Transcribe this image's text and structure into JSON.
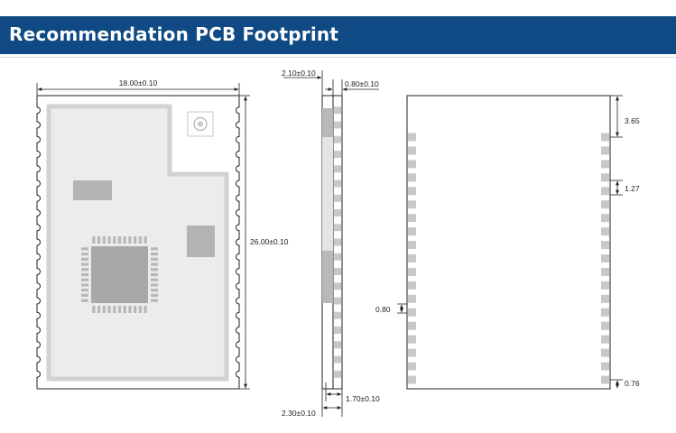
{
  "header": {
    "title": "Recommendation PCB Footprint",
    "background_color": "#0f4a84",
    "text_color": "#ffffff"
  },
  "top_view": {
    "width_label": "18.00±0.10",
    "height_label": "26.00±0.10"
  },
  "side_view": {
    "top_left_label": "2.10±0.10",
    "top_right_label": "0.80±0.10",
    "bottom_right_label": "1.70±0.10",
    "bottom_left_label": "2.30±0.10"
  },
  "footprint_view": {
    "top_offset_label": "3.65",
    "pitch_label": "1.27",
    "pad_width_label": "0.80",
    "bottom_offset_label": "0.76"
  },
  "colors": {
    "module_fill": "#f0f0f0",
    "shield_fill": "#e6e6e6",
    "component_fill": "#b3b3b3",
    "pad_fill": "#c8c8c8",
    "line_color": "#222222"
  }
}
